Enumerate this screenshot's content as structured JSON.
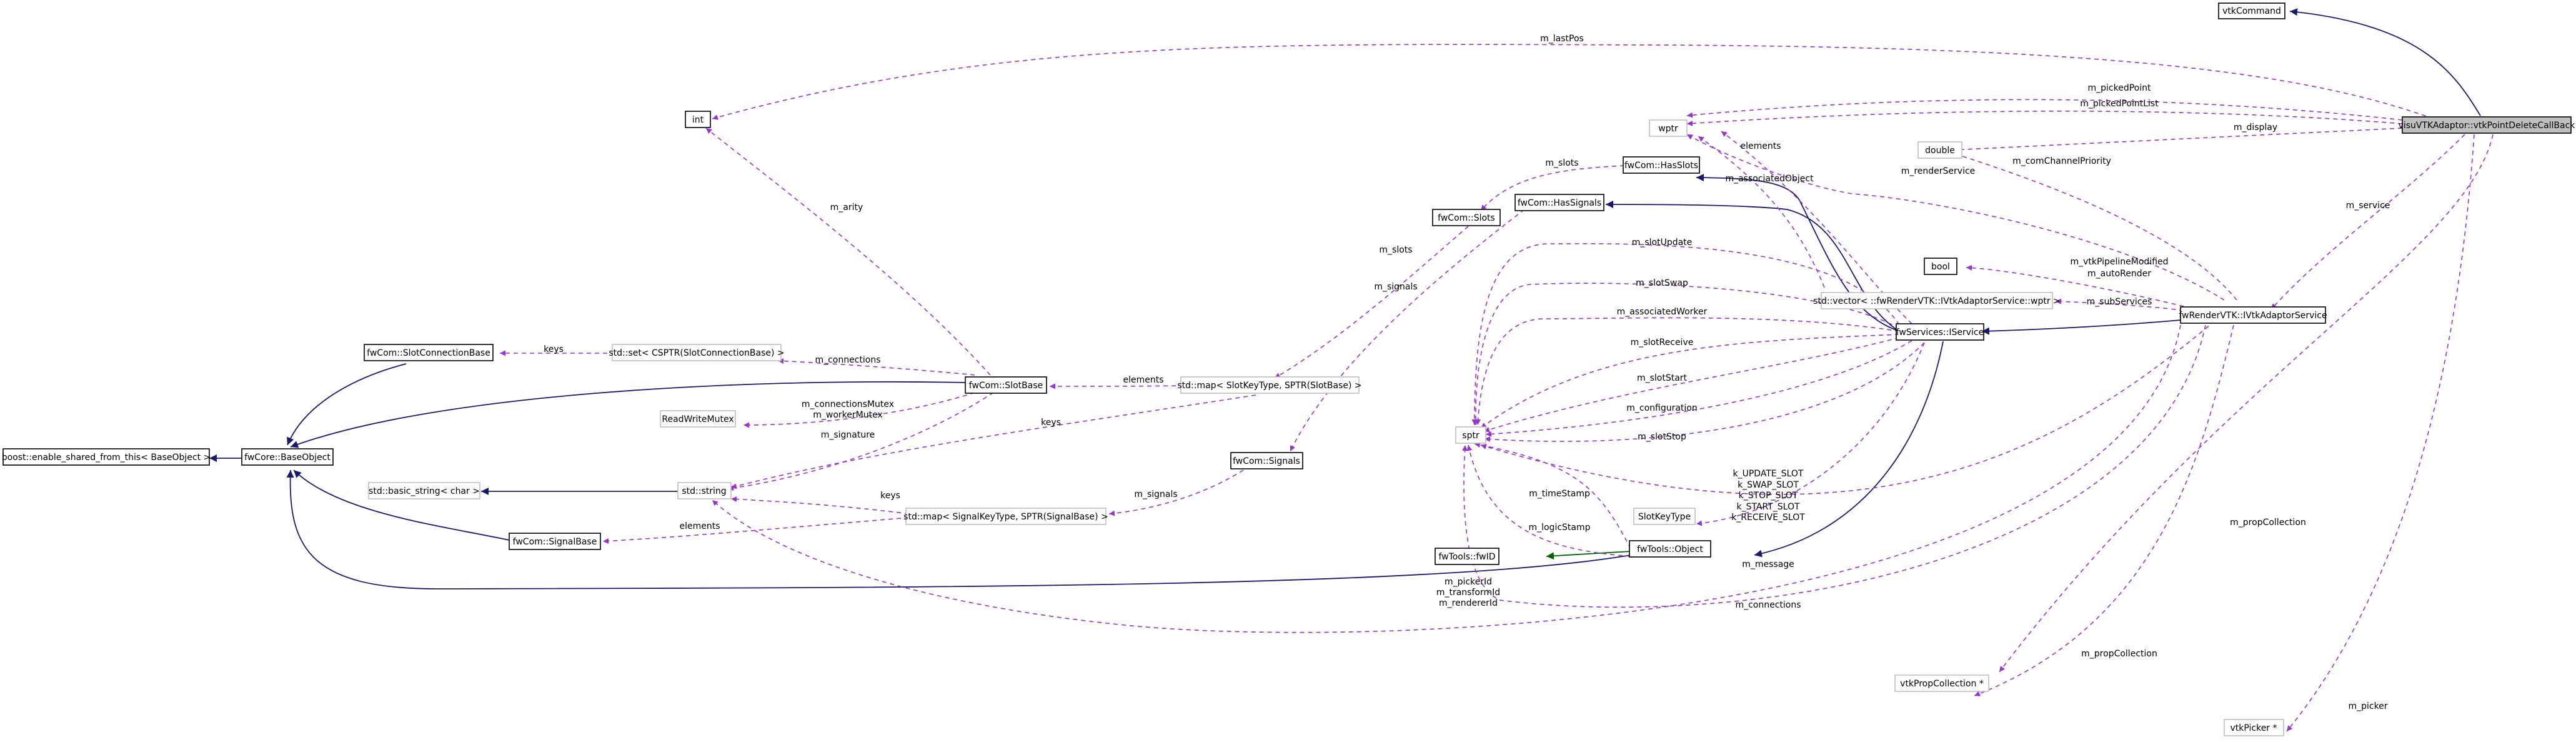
{
  "nodes": {
    "vtkCommand": "vtkCommand",
    "root": "visuVTKAdaptor::vtkPointDeleteCallBack",
    "int": "int",
    "wptr": "wptr",
    "double": "double",
    "hasSlots": "fwCom::HasSlots",
    "slots": "fwCom::Slots",
    "hasSignals": "fwCom::HasSignals",
    "bool": "bool",
    "vectorWptr": "std::vector< ::fwRenderVTK::IVtkAdaptorService::wptr >",
    "iVtkAdaptorService": "fwRenderVTK::IVtkAdaptorService",
    "slotConnectionBase": "fwCom::SlotConnectionBase",
    "setCSPTR": "std::set< CSPTR(SlotConnectionBase) >",
    "slotBase": "fwCom::SlotBase",
    "mapSlot": "std::map< SlotKeyType, SPTR(SlotBase) >",
    "iService": "fwServices::IService",
    "readWriteMutex": "ReadWriteMutex",
    "boostEnable": "boost::enable_shared_from_this< BaseObject >",
    "baseObject": "fwCore::BaseObject",
    "sptr": "sptr",
    "signals": "fwCom::Signals",
    "basicString": "std::basic_string< char >",
    "stdString": "std::string",
    "slotKeyType": "SlotKeyType",
    "mapSignal": "std::map< SignalKeyType, SPTR(SignalBase) >",
    "signalBase": "fwCom::SignalBase",
    "fwID": "fwTools::fwID",
    "fwObject": "fwTools::Object",
    "vtkPropCollection": "vtkPropCollection *",
    "vtkPicker": "vtkPicker *"
  },
  "labels": {
    "m_lastPos": "m_lastPos",
    "m_pickedPoint": "m_pickedPoint",
    "m_pickedPointList": "m_pickedPointList",
    "m_display": "m_display",
    "elements_wptr": "elements",
    "m_renderService": "m_renderService",
    "m_comChannelPriority": "m_comChannelPriority",
    "m_service": "m_service",
    "m_slots_hasSlots": "m_slots",
    "m_associatedObject": "m_associatedObject",
    "m_arity": "m_arity",
    "m_slots_map": "m_slots",
    "m_signals_signals": "m_signals",
    "m_slotUpdate": "m_slotUpdate",
    "m_slotSwap": "m_slotSwap",
    "m_vtkPipelineModified": "m_vtkPipelineModified",
    "m_autoRender": "m_autoRender",
    "m_subServices": "m_subServices",
    "m_associatedWorker": "m_associatedWorker",
    "m_slotReceive": "m_slotReceive",
    "keys_setCSPTR": "keys",
    "m_connections_set": "m_connections",
    "elements_mapSlot": "elements",
    "m_slotStart": "m_slotStart",
    "m_connectionsMutex": "m_connectionsMutex",
    "m_workerMutex": "m_workerMutex",
    "keys_mapSlot": "keys",
    "m_configuration": "m_configuration",
    "m_signature": "m_signature",
    "m_slotStop": "m_slotStop",
    "m_signals_map": "m_signals",
    "k_update": "k_UPDATE_SLOT",
    "k_swap": "k_SWAP_SLOT",
    "k_stop": "k_STOP_SLOT",
    "k_start": "k_START_SLOT",
    "k_receive": "k_RECEIVE_SLOT",
    "m_timeStamp": "m_timeStamp",
    "keys_mapSignal": "keys",
    "elements_mapSignal": "elements",
    "m_logicStamp": "m_logicStamp",
    "m_propCollection_top": "m_propCollection",
    "m_message": "m_message",
    "m_pickerId": "m_pickerId",
    "m_transformId": "m_transformId",
    "m_rendererId": "m_rendererId",
    "m_connections_bottom": "m_connections",
    "m_propCollection_bottom": "m_propCollection",
    "m_picker": "m_picker"
  },
  "colors": {
    "inheritance": "#191970",
    "usage": "#9a32cd",
    "protectedInheritance": "#006400",
    "rootFill": "#bfbfbf",
    "templateBorder": "#bfbfbf"
  }
}
